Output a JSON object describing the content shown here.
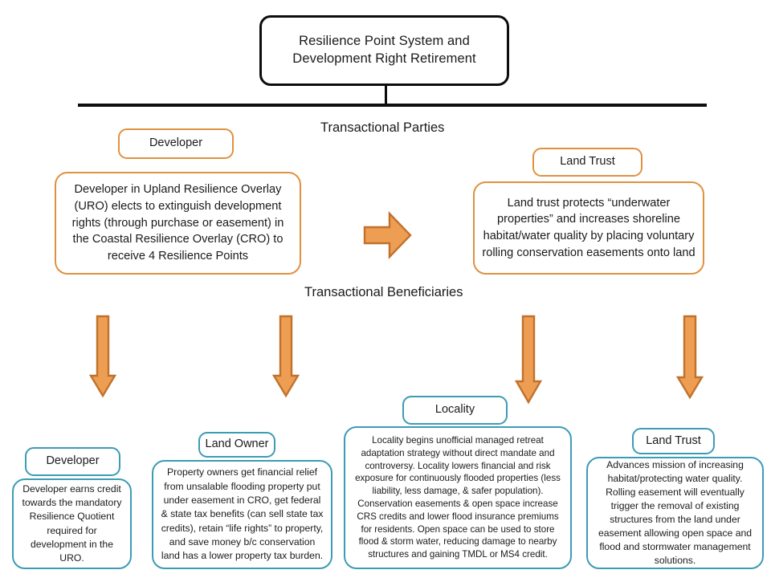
{
  "colors": {
    "arrow_fill": "#EE9E52",
    "arrow_stroke": "#C1712C",
    "orange_border": "#E0913F",
    "teal_border": "#3C9CB4",
    "line": "#0D0D0D",
    "text": "#1A1A1A"
  },
  "title": {
    "line1": "Resilience Point System and",
    "line2": "Development Right Retirement"
  },
  "sections": {
    "parties_caption": "Transactional Parties",
    "beneficiaries_caption": "Transactional Beneficiaries"
  },
  "transactional_parties": [
    {
      "tag": "Developer",
      "body": "Developer in Upland Resilience Overlay (URO)  elects to extinguish development rights (through purchase or easement) in the Coastal Resilience Overlay (CRO) to receive 4 Resilience Points"
    },
    {
      "tag": "Land Trust",
      "body": "Land trust protects “underwater properties” and increases shoreline habitat/water quality by placing voluntary rolling conservation easements onto land"
    }
  ],
  "transactional_beneficiaries": [
    {
      "tag": "Developer",
      "body": "Developer earns credit towards the mandatory Resilience Quotient required for development in the URO."
    },
    {
      "tag": "Land Owner",
      "body": "Property owners get financial relief from unsalable flooding property put under easement in CRO, get federal & state tax benefits (can sell state tax credits), retain “life rights” to property, and save money b/c conservation land has a lower property tax burden."
    },
    {
      "tag": "Locality",
      "body": "Locality begins unofficial managed retreat adaptation strategy without direct mandate and controversy. Locality lowers financial and risk exposure for continuously flooded properties (less liability, less damage, & safer population). Conservation easements & open space increase CRS credits and lower flood insurance premiums for residents. Open space can be used to store flood & storm water, reducing damage to nearby structures and gaining TMDL or MS4 credit."
    },
    {
      "tag": "Land Trust",
      "body": "Advances mission of increasing habitat/protecting water quality. Rolling easement will eventually trigger the removal of existing structures from the land under easement allowing open space and flood and stormwater management solutions."
    }
  ],
  "arrows": [
    {
      "name": "arrow-right-developer-to-landtrust",
      "direction": "right"
    },
    {
      "name": "arrow-down-to-developer",
      "direction": "down"
    },
    {
      "name": "arrow-down-to-land-owner",
      "direction": "down"
    },
    {
      "name": "arrow-down-to-locality",
      "direction": "down"
    },
    {
      "name": "arrow-down-to-land-trust",
      "direction": "down"
    }
  ]
}
